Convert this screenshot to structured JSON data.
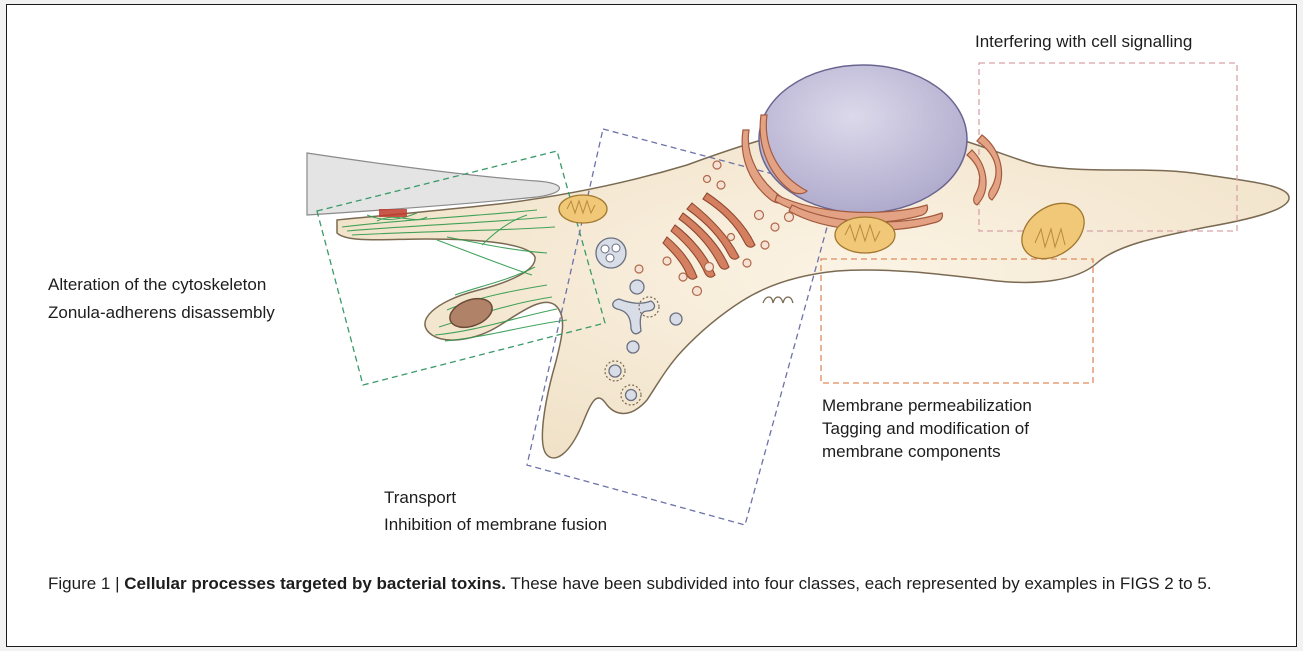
{
  "labels": {
    "signalling": "Interfering with cell signalling",
    "cytoskeleton_1": "Alteration of the cytoskeleton",
    "cytoskeleton_2": "Zonula-adherens disassembly",
    "membrane_1": "Membrane permeabilization",
    "membrane_2": "Tagging and modification of",
    "membrane_3": "membrane components",
    "transport_1": "Transport",
    "transport_2": "Inhibition of membrane fusion"
  },
  "caption": {
    "prefix": "Figure 1 | ",
    "title": "Cellular processes targeted by bacterial toxins.",
    "text": " These have been subdivided into four classes, each represented by examples in FIGS 2 to 5."
  },
  "colors": {
    "cell_fill": "#f4e8d3",
    "nucleus": "#c9c6dc",
    "mitochondria": "#f0c877",
    "golgi": "#c97656",
    "actin": "#2f9a4c",
    "box_green": "#3a9a6a",
    "box_blue": "#6d72a8",
    "box_orange": "#e08a5c",
    "box_pink": "#d7a3a8"
  }
}
